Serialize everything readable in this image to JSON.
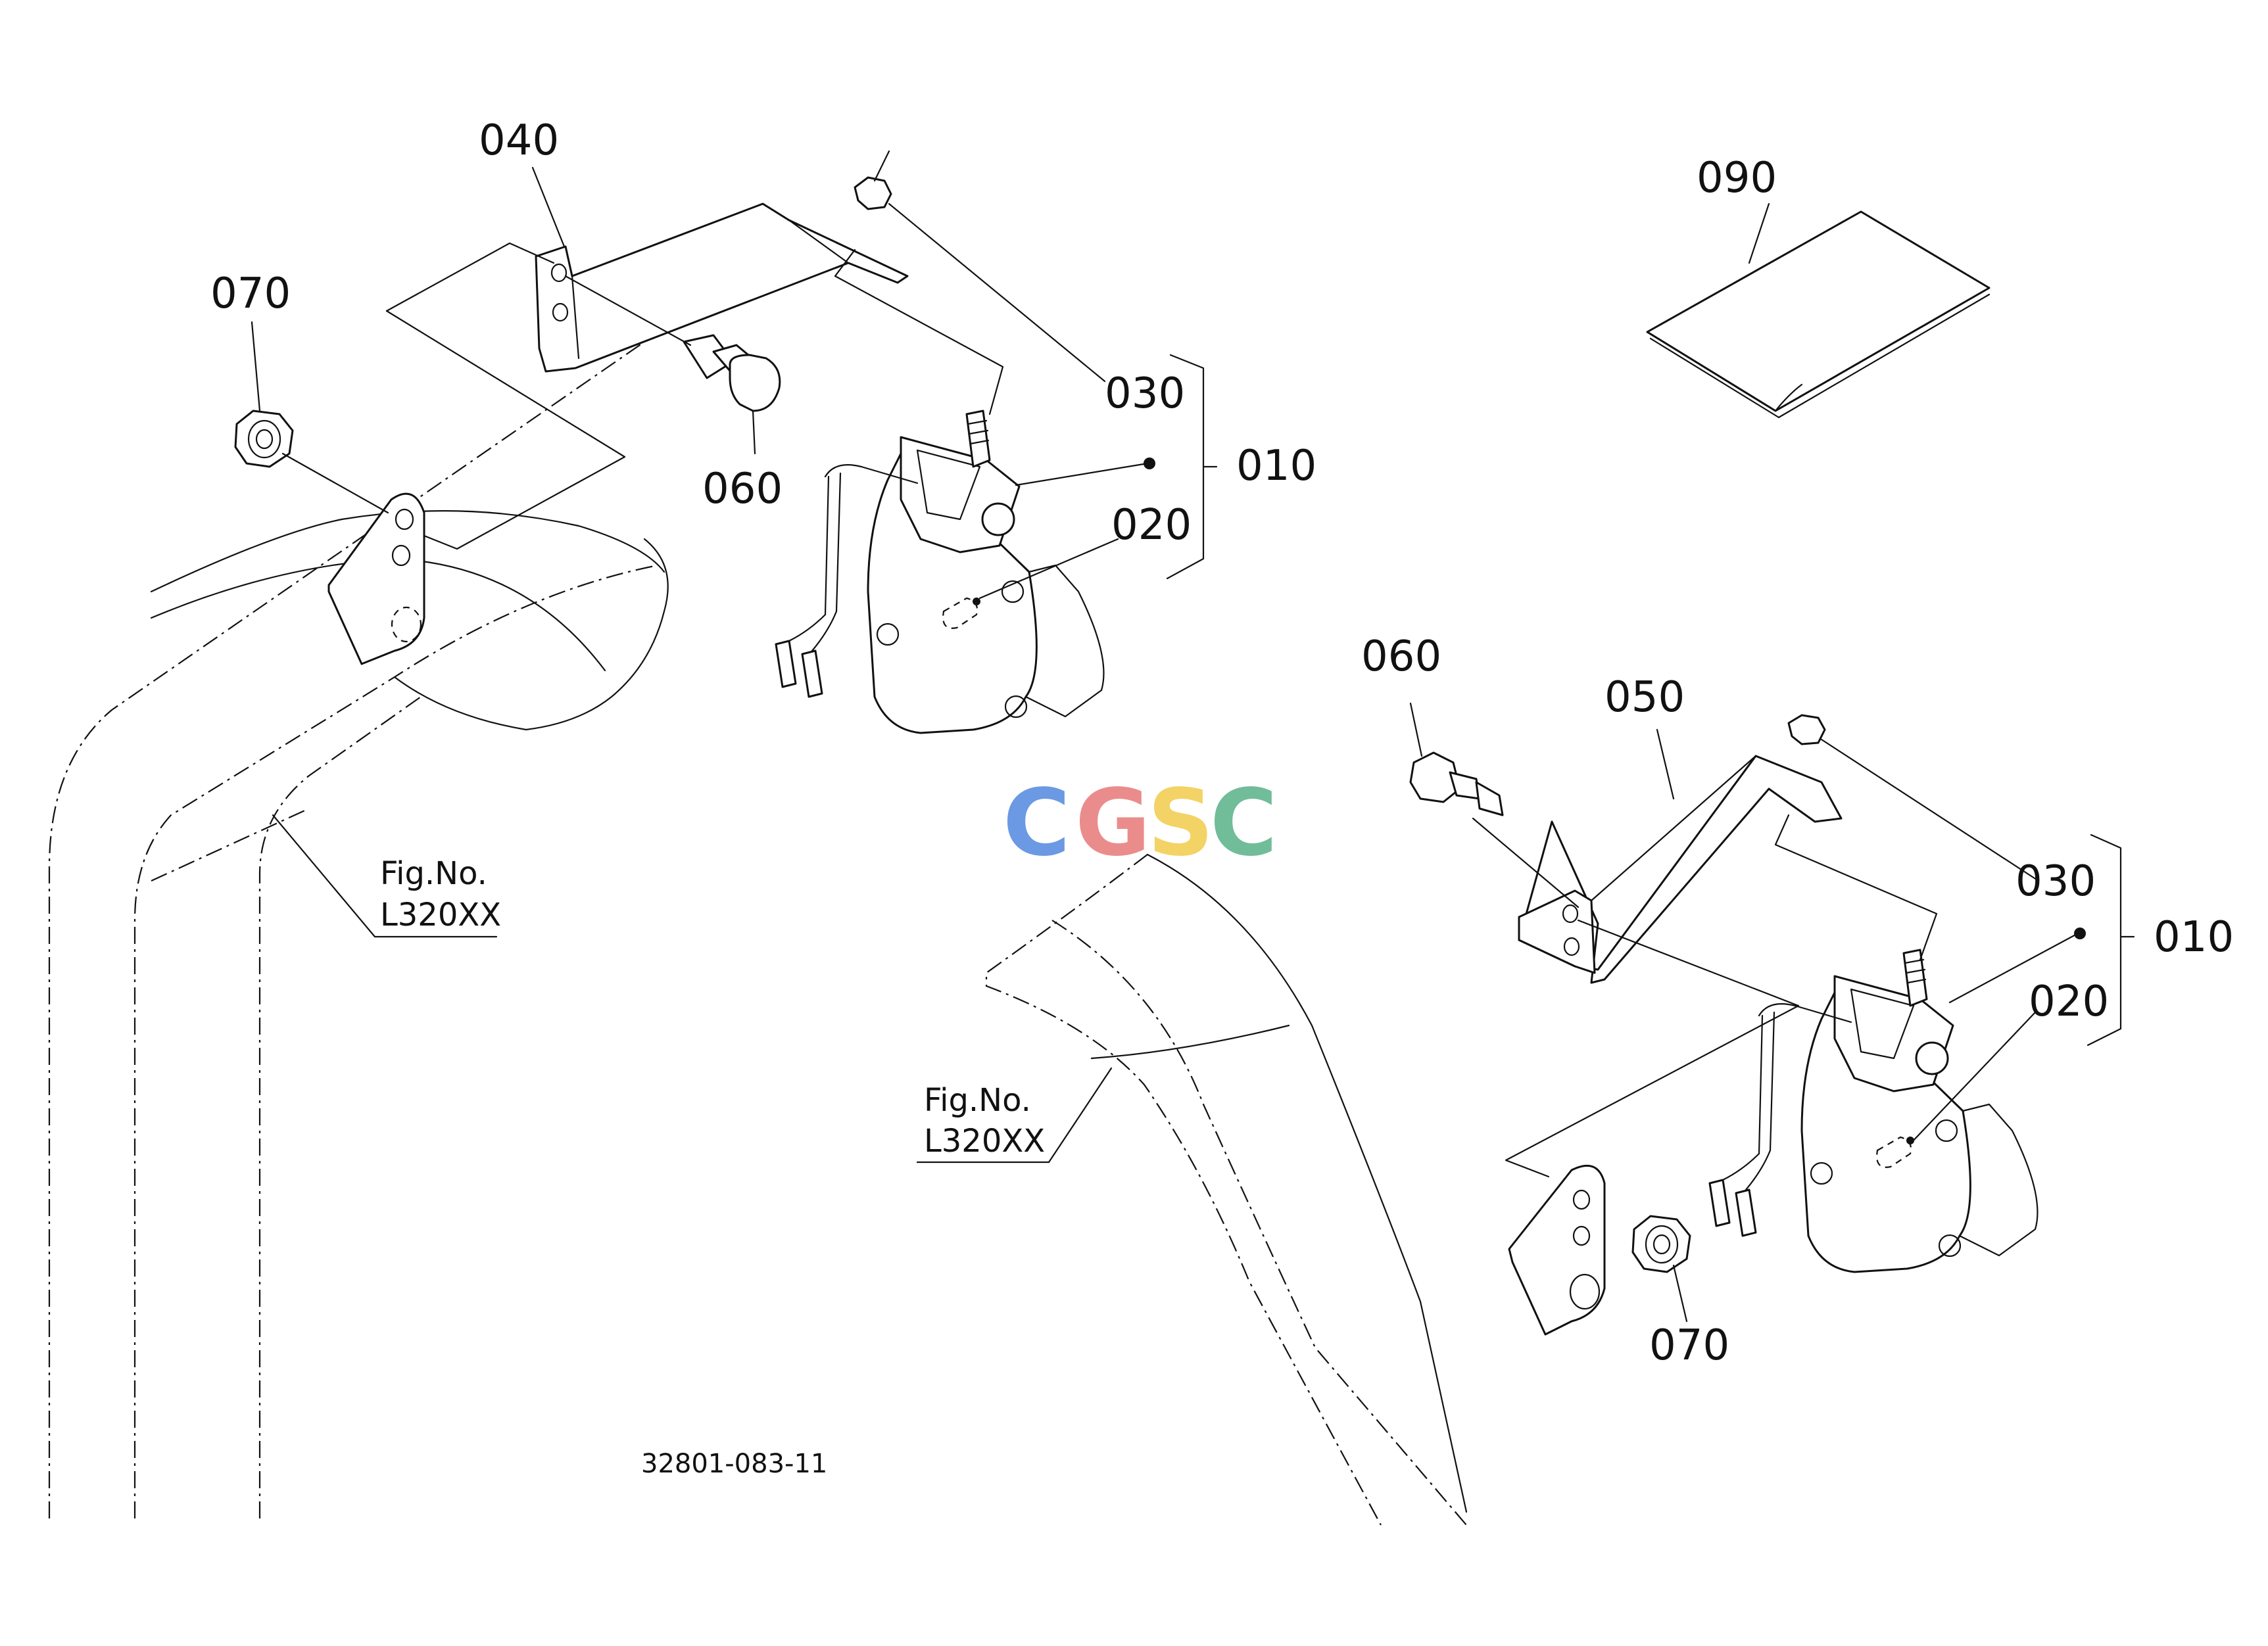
{
  "callouts": {
    "c040": "040",
    "c070_left": "070",
    "c060_left": "060",
    "c030_top": "030",
    "c010_top": "010",
    "c020_top": "020",
    "c090": "090",
    "c060_right": "060",
    "c050": "050",
    "c030_right": "030",
    "c010_right": "010",
    "c020_right": "020",
    "c070_right": "070"
  },
  "references": {
    "fig_left_label": "Fig.No.",
    "fig_left_code": "L320XX",
    "fig_mid_label": "Fig.No.",
    "fig_mid_code": "L320XX"
  },
  "drawing_number": "32801-083-11",
  "watermark": {
    "letters": [
      "C",
      "G",
      "S",
      "C"
    ],
    "colors": [
      "#5b8fe0",
      "#e98080",
      "#f2cf55",
      "#62b58e"
    ]
  }
}
